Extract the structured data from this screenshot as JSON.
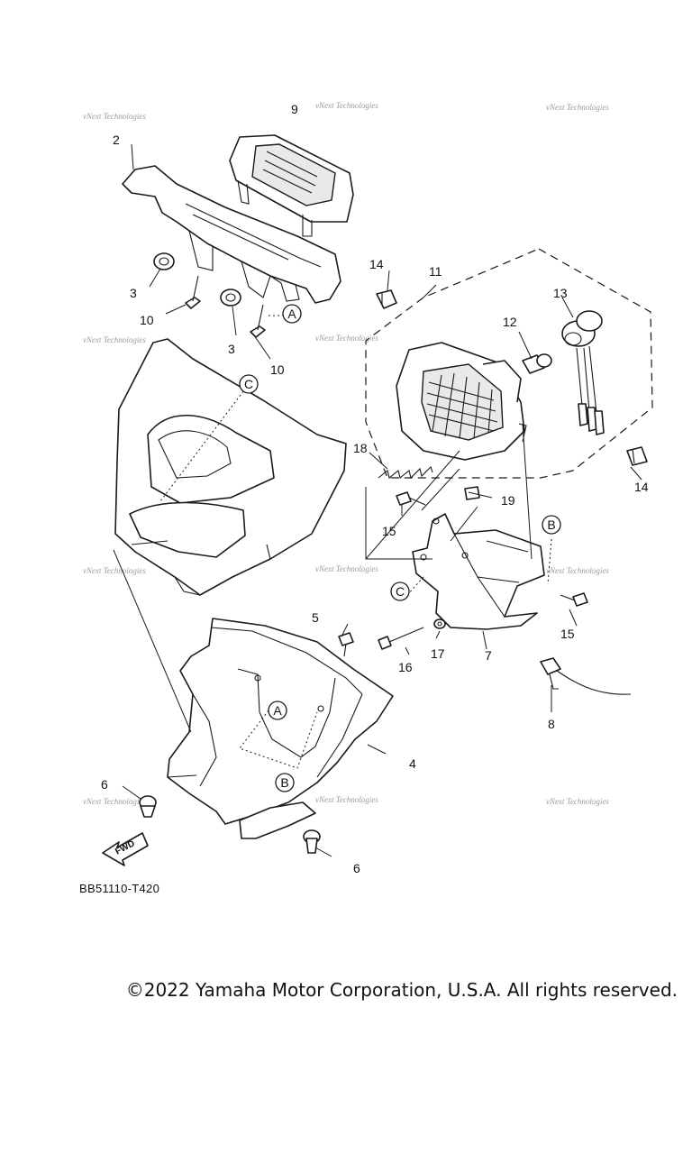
{
  "diagram": {
    "code": "BB51110-T420",
    "copyright": "©2022 Yamaha Motor Corporation, U.S.A. All rights reserved.",
    "watermark": "vNext Technologies",
    "direction_label": "FWD",
    "callouts": {
      "c2": "2",
      "c9": "9",
      "c3a": "3",
      "c3b": "3",
      "c10a": "10",
      "c10b": "10",
      "c14a": "14",
      "c14b": "14",
      "c11": "11",
      "c13": "13",
      "c12": "12",
      "c18": "18",
      "c19": "19",
      "c15a": "15",
      "c15b": "15",
      "c5": "5",
      "c16": "16",
      "c17": "17",
      "c7": "7",
      "c8": "8",
      "c4": "4",
      "c6a": "6",
      "c6b": "6"
    },
    "refs": {
      "a1": "A",
      "a2": "A",
      "b1": "B",
      "b2": "B",
      "c1": "C",
      "c2": "C"
    }
  }
}
